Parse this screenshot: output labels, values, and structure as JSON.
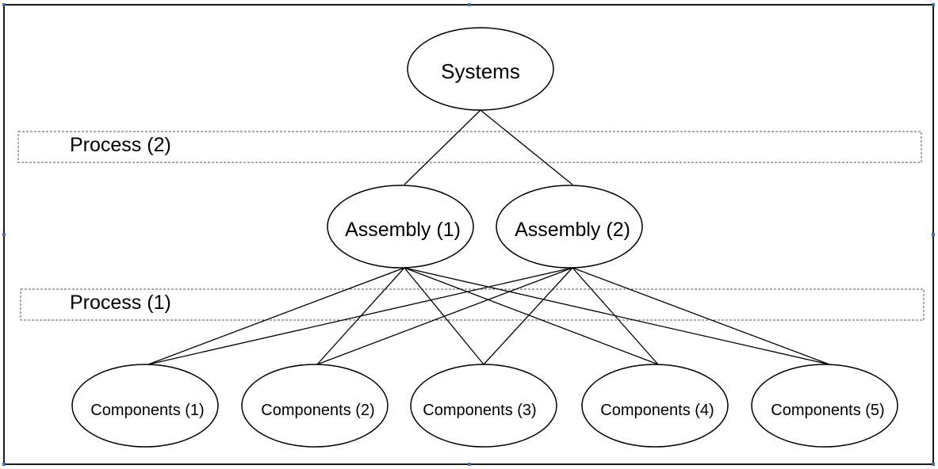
{
  "diagram": {
    "top": {
      "label": "Systems"
    },
    "bands": [
      {
        "label": "Process (2)"
      },
      {
        "label": "Process (1)"
      }
    ],
    "assemblies": [
      {
        "label": "Assembly (1)"
      },
      {
        "label": "Assembly (2)"
      }
    ],
    "components": [
      {
        "label": "Components (1)"
      },
      {
        "label": "Components (2)"
      },
      {
        "label": "Components (3)"
      },
      {
        "label": "Components (4)"
      },
      {
        "label": "Components (5)"
      }
    ],
    "colors": {
      "stroke": "#000000",
      "frame": "#1a1a1a",
      "handle": "#4a6fa5",
      "band": "#555555"
    }
  }
}
